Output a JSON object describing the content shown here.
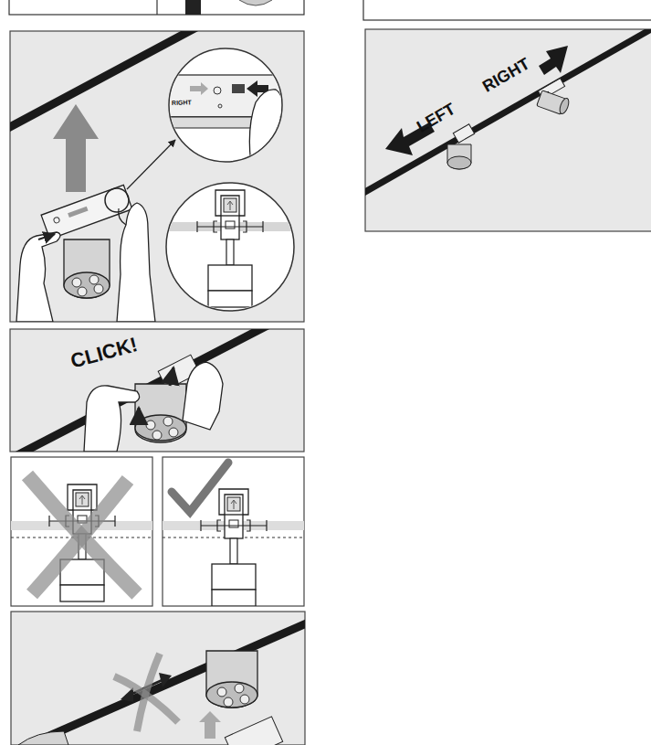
{
  "diagram": {
    "labels": [
      "RIGHT",
      "CLICK!",
      "LEFT",
      "RIGHT"
    ]
  }
}
